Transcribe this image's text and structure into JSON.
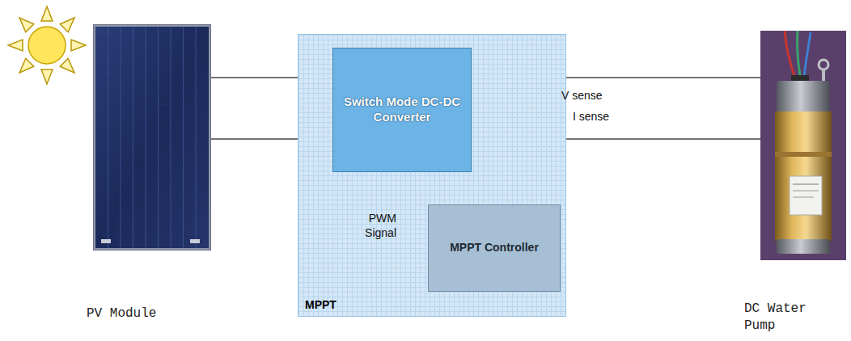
{
  "diagram": {
    "nodes": [
      {
        "text": [
          "PV Module"
        ]
      },
      {
        "text": [
          "MPPT"
        ]
      },
      {
        "text": [
          "Switch Mode DC-DC Converter"
        ],
        "in": 1
      },
      {
        "text": [
          "MPPT Controller"
        ],
        "in": 1
      },
      {
        "text": [
          "DC Water Pump"
        ]
      }
    ],
    "edges": [
      {
        "from": 0,
        "to": 2,
        "arrow": "none"
      },
      {
        "from": 0,
        "to": 2,
        "arrow": "none"
      },
      {
        "from": 2,
        "to": 4,
        "arrow": "none"
      },
      {
        "from": 2,
        "to": 4,
        "arrow": "none"
      },
      {
        "from": 2,
        "to": 3,
        "label": "V sense",
        "arrow": "to"
      },
      {
        "from": 2,
        "to": 3,
        "label": "I sense",
        "arrow": "to"
      },
      {
        "from": 3,
        "to": 2,
        "label": "PWM Signal",
        "arrow": "to"
      }
    ]
  }
}
